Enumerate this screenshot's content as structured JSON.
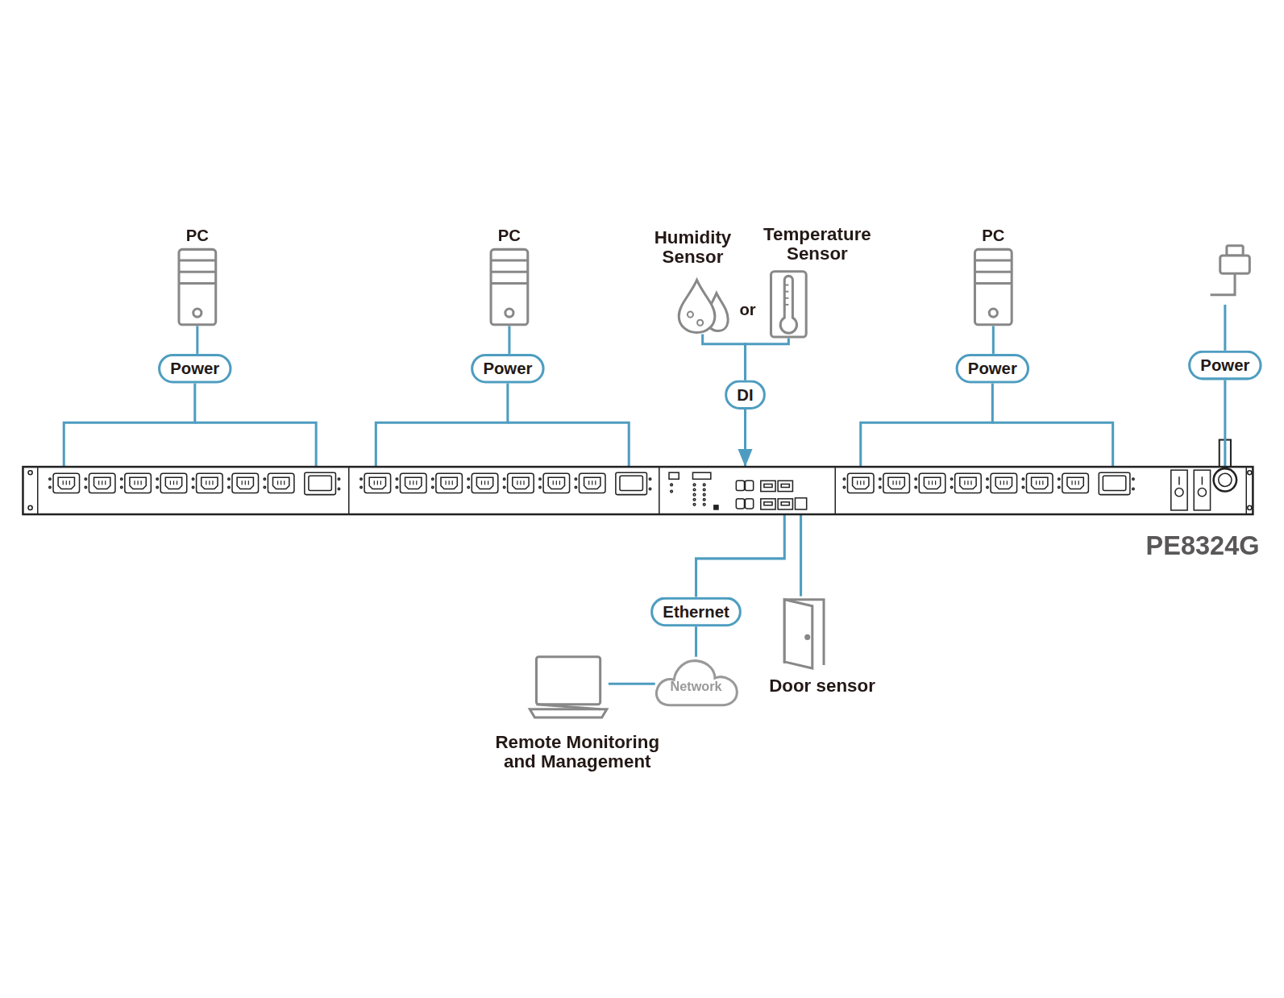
{
  "diagram": {
    "nodes": [
      {
        "text": [
          "PC"
        ]
      },
      {
        "text": [
          "PC"
        ]
      },
      {
        "text": [
          "Humidity Sensor"
        ]
      },
      {
        "text": [
          "Temperature Sensor"
        ]
      },
      {
        "text": [
          "PC"
        ]
      },
      {
        "text": [
          "Power"
        ]
      },
      {
        "text": [
          "Power"
        ]
      },
      {
        "text": [
          "DI"
        ]
      },
      {
        "text": [
          "Power"
        ]
      },
      {
        "text": [
          "Power"
        ]
      },
      {
        "text": [
          "PE8324G"
        ]
      },
      {
        "text": [
          "Ethernet"
        ]
      },
      {
        "text": [
          "Door sensor"
        ]
      },
      {
        "text": [
          "Network"
        ]
      },
      {
        "text": [
          "Remote Monitoring and Management"
        ]
      }
    ],
    "edges": [
      {
        "from": 0,
        "to": 5,
        "arrow": "none"
      },
      {
        "from": 5,
        "to": 10,
        "arrow": "none"
      },
      {
        "from": 1,
        "to": 6,
        "arrow": "none"
      },
      {
        "from": 6,
        "to": 10,
        "arrow": "none"
      },
      {
        "from": 2,
        "to": 7,
        "arrow": "none"
      },
      {
        "from": 3,
        "to": 7,
        "arrow": "none"
      },
      {
        "from": 7,
        "to": 10,
        "arrow": "to"
      },
      {
        "from": 4,
        "to": 8,
        "arrow": "none"
      },
      {
        "from": 8,
        "to": 10,
        "arrow": "none"
      },
      {
        "from": 9,
        "to": 10,
        "arrow": "none"
      },
      {
        "from": 10,
        "to": 11,
        "arrow": "none"
      },
      {
        "from": 11,
        "to": 13,
        "arrow": "none"
      },
      {
        "from": 13,
        "to": 14,
        "arrow": "none"
      },
      {
        "from": 10,
        "to": 12,
        "arrow": "none"
      }
    ],
    "labels": [
      "or"
    ]
  }
}
